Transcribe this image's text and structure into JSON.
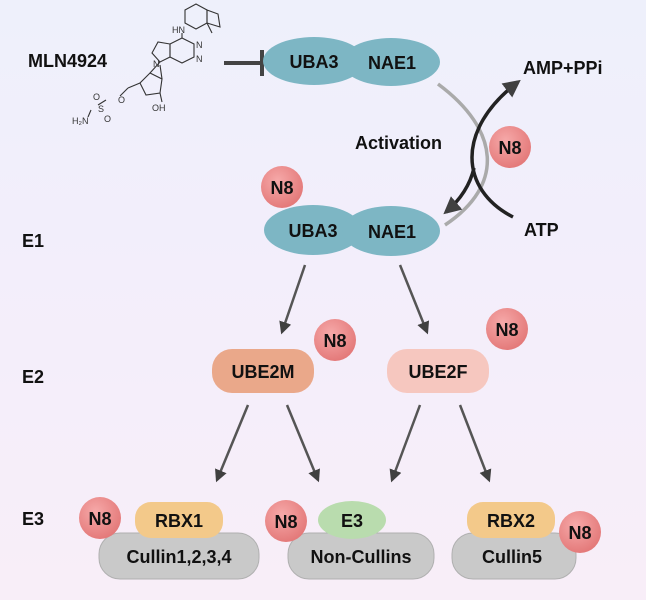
{
  "inhibitor": {
    "label": "MLN4924"
  },
  "activation": {
    "label": "Activation",
    "product": "AMP+PPi",
    "substrate": "ATP"
  },
  "nedd8": {
    "label": "N8"
  },
  "molecule": {
    "atoms": {
      "nh": "HN",
      "n1": "N",
      "n2": "N",
      "n3": "N",
      "o_ring": "O",
      "s": "S",
      "o_a": "O",
      "o_b": "O",
      "nh2": "H₂N",
      "oh": "OH"
    }
  },
  "levels": {
    "e1": "E1",
    "e2": "E2",
    "e3": "E3"
  },
  "proteins": {
    "uba3": "UBA3",
    "nae1": "NAE1",
    "ube2m": "UBE2M",
    "ube2f": "UBE2F",
    "rbx1": "RBX1",
    "rbx2": "RBX2",
    "e3": "E3",
    "cullin1234": "Cullin1,2,3,4",
    "non_cullins": "Non-Cullins",
    "cullin5": "Cullin5"
  },
  "colors": {
    "e1_protein": "#7db6c4",
    "ube2m": "#eaa88a",
    "ube2f": "#f6c7bf",
    "rbx": "#f3c98a",
    "e3_small": "#b9dcae",
    "cullin": "#c9c9c9",
    "nedd8": "#ec8686",
    "arrow": "#404040"
  }
}
